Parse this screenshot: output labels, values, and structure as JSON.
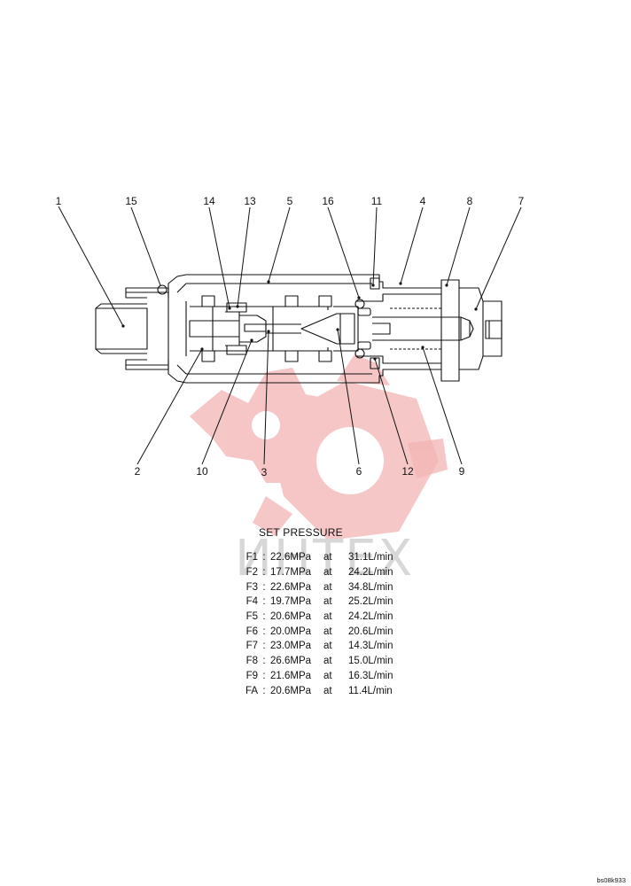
{
  "callouts": [
    {
      "id": "1",
      "label": "1"
    },
    {
      "id": "15",
      "label": "15"
    },
    {
      "id": "14",
      "label": "14"
    },
    {
      "id": "13",
      "label": "13"
    },
    {
      "id": "5",
      "label": "5"
    },
    {
      "id": "16",
      "label": "16"
    },
    {
      "id": "11",
      "label": "11"
    },
    {
      "id": "4",
      "label": "4"
    },
    {
      "id": "8",
      "label": "8"
    },
    {
      "id": "7",
      "label": "7"
    },
    {
      "id": "2",
      "label": "2"
    },
    {
      "id": "10",
      "label": "10"
    },
    {
      "id": "3",
      "label": "3"
    },
    {
      "id": "6",
      "label": "6"
    },
    {
      "id": "12",
      "label": "12"
    },
    {
      "id": "9",
      "label": "9"
    }
  ],
  "set_pressure": {
    "heading": "SET PRESSURE",
    "rows": [
      {
        "code": "F1",
        "pressure": "22.6MPa",
        "at": "at",
        "flow": "31.1L/min"
      },
      {
        "code": "F2",
        "pressure": "17.7MPa",
        "at": "at",
        "flow": "24.2L/min"
      },
      {
        "code": "F3",
        "pressure": "22.6MPa",
        "at": "at",
        "flow": "34.8L/min"
      },
      {
        "code": "F4",
        "pressure": "19.7MPa",
        "at": "at",
        "flow": "25.2L/min"
      },
      {
        "code": "F5",
        "pressure": "20.6MPa",
        "at": "at",
        "flow": "24.2L/min"
      },
      {
        "code": "F6",
        "pressure": "20.0MPa",
        "at": "at",
        "flow": "20.6L/min"
      },
      {
        "code": "F7",
        "pressure": "23.0MPa",
        "at": "at",
        "flow": "14.3L/min"
      },
      {
        "code": "F8",
        "pressure": "26.6MPa",
        "at": "at",
        "flow": "15.0L/min"
      },
      {
        "code": "F9",
        "pressure": "21.6MPa",
        "at": "at",
        "flow": "16.3L/min"
      },
      {
        "code": "FA",
        "pressure": "20.6MPa",
        "at": "at",
        "flow": "11.4L/min"
      }
    ]
  },
  "doc_code": "bs08k933",
  "watermark": {
    "text": "ИНТЕХ",
    "color": "#e63a3a"
  }
}
